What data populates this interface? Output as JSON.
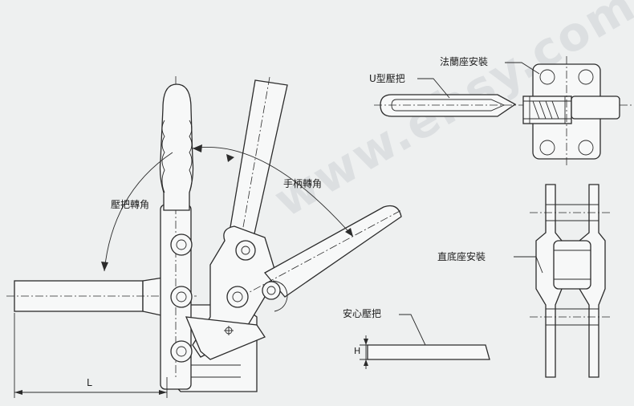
{
  "labels": {
    "flange_mount": "法蘭座安裝",
    "u_arm": "U型壓把",
    "arm_rotation": "壓把轉角",
    "handle_rotation": "手柄轉角",
    "straight_base_mount": "直底座安裝",
    "safety_arm": "安心壓把",
    "dim_L": "L",
    "dim_H": "H"
  },
  "watermark": "www.ehsy.com"
}
